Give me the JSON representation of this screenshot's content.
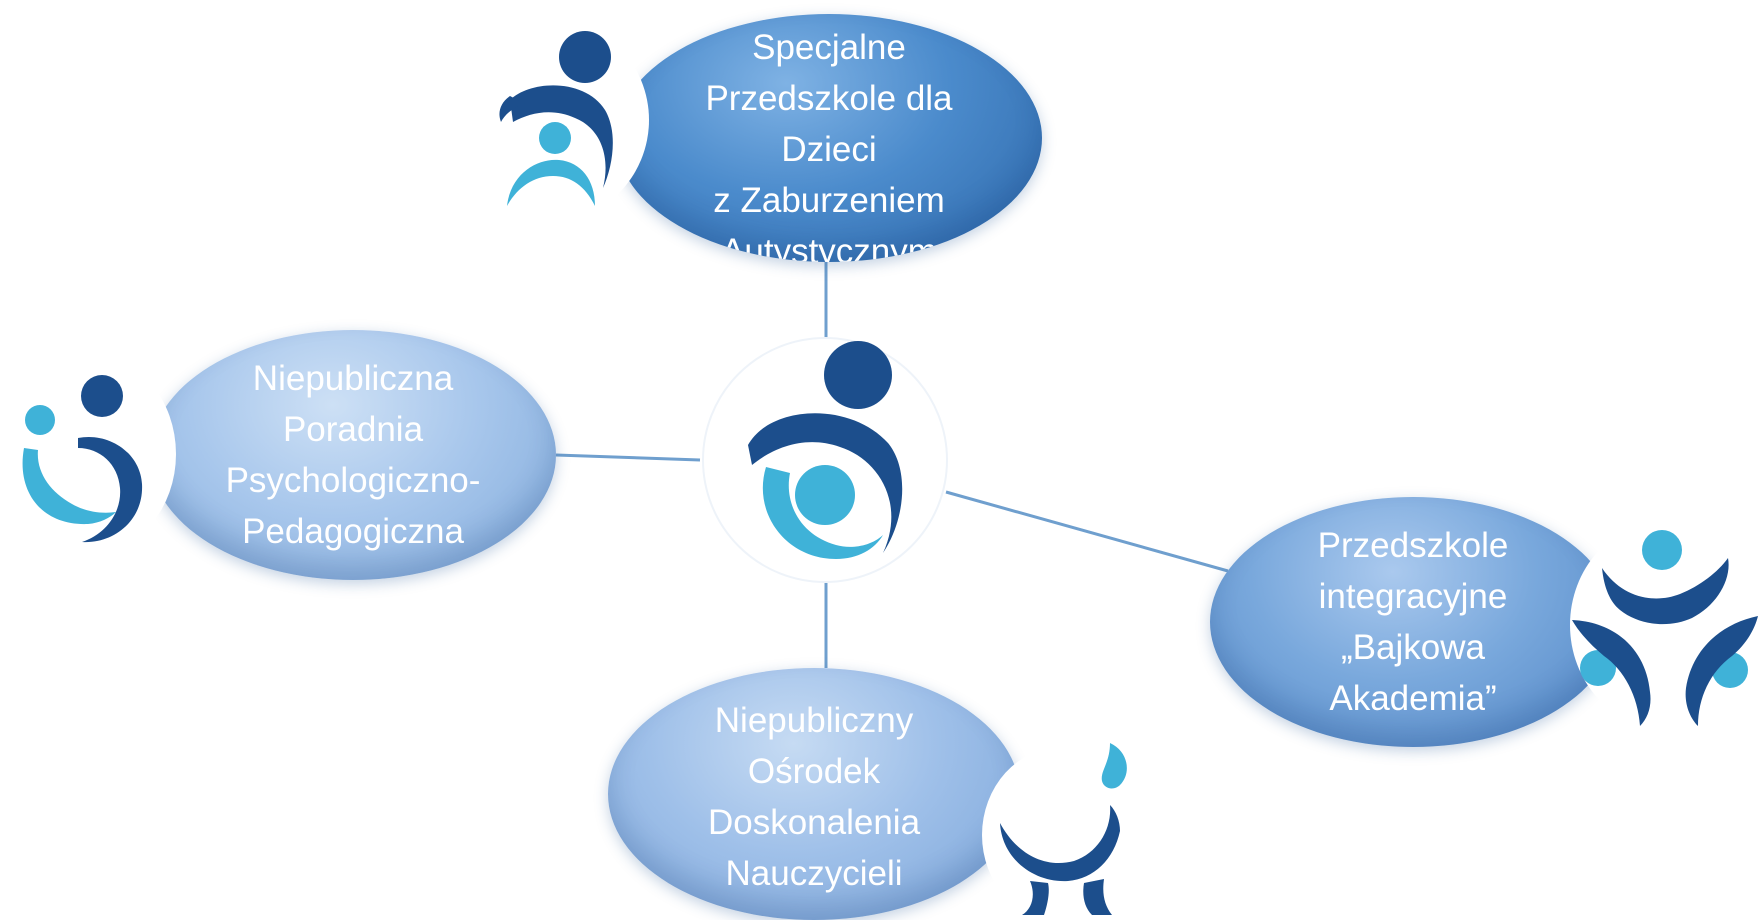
{
  "diagram": {
    "center": {
      "icon": "organization-logo-icon"
    },
    "nodes": {
      "top": {
        "label": "Specjalne\nPrzedszkole dla\nDzieci\nz Zaburzeniem\nAutystycznym",
        "icon": "parent-child-icon"
      },
      "left": {
        "label": "Niepubliczna\nPoradnia\nPsychologiczno-\nPedagogiczna",
        "icon": "embrace-figures-icon"
      },
      "right": {
        "label": "Przedszkole\nintegracyjne\n„Bajkowa\nAkademia”",
        "icon": "three-figures-circle-icon"
      },
      "bottom": {
        "label": "Niepubliczny\nOśrodek\nDoskonalenia\nNauczycieli",
        "icon": "lamp-flame-icon"
      }
    },
    "colors": {
      "dark_navy": "#1c4e8c",
      "light_cyan": "#3fb2d8",
      "line": "#6f9fce",
      "node_dark": "#3b78bc",
      "node_light": "#a8c7ec"
    }
  }
}
